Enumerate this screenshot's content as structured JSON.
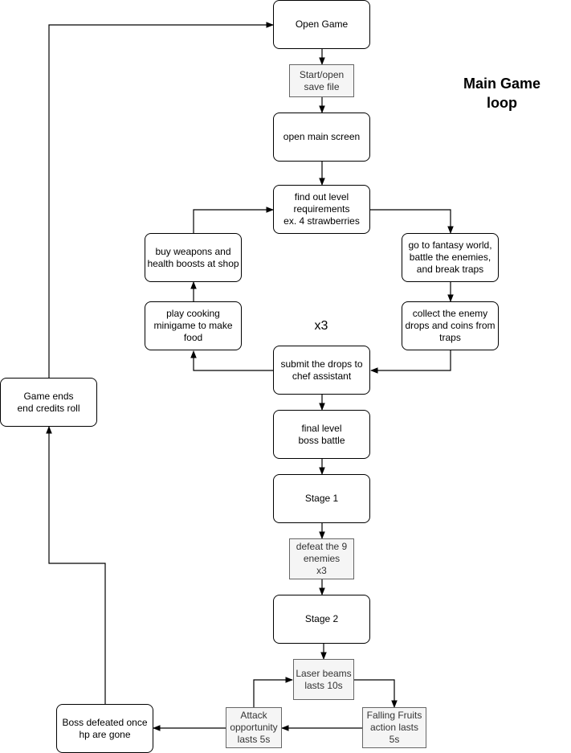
{
  "title": "Main Game\nloop",
  "multiplier": "x3",
  "nodes": {
    "open_game": "Open Game",
    "save_file": "Start/open\nsave file",
    "main_screen": "open main screen",
    "level_req": "find out level\nrequirements\nex. 4 strawberries",
    "fantasy": "go to fantasy world,\nbattle the enemies,\nand break traps",
    "collect": "collect the enemy\ndrops and coins from\ntraps",
    "submit": "submit the drops to\nchef assistant",
    "cooking": "play cooking\nminigame to make\nfood",
    "buy": "buy weapons and\nhealth boosts at shop",
    "final": "final level\nboss battle",
    "stage1": "Stage 1",
    "defeat": "defeat the 9\nenemies\nx3",
    "stage2": "Stage 2",
    "laser": "Laser beams\nlasts 10s",
    "fruits": "Falling Fruits\naction lasts 5s",
    "attack": "Attack\nopportunity\nlasts 5s",
    "boss_defeated": "Boss defeated once\nhp are gone",
    "game_ends": "Game ends\nend credits roll"
  },
  "colors": {
    "stroke": "#000000",
    "process_fill": "#f5f5f5",
    "process_stroke": "#666666",
    "process_text": "#333333"
  }
}
